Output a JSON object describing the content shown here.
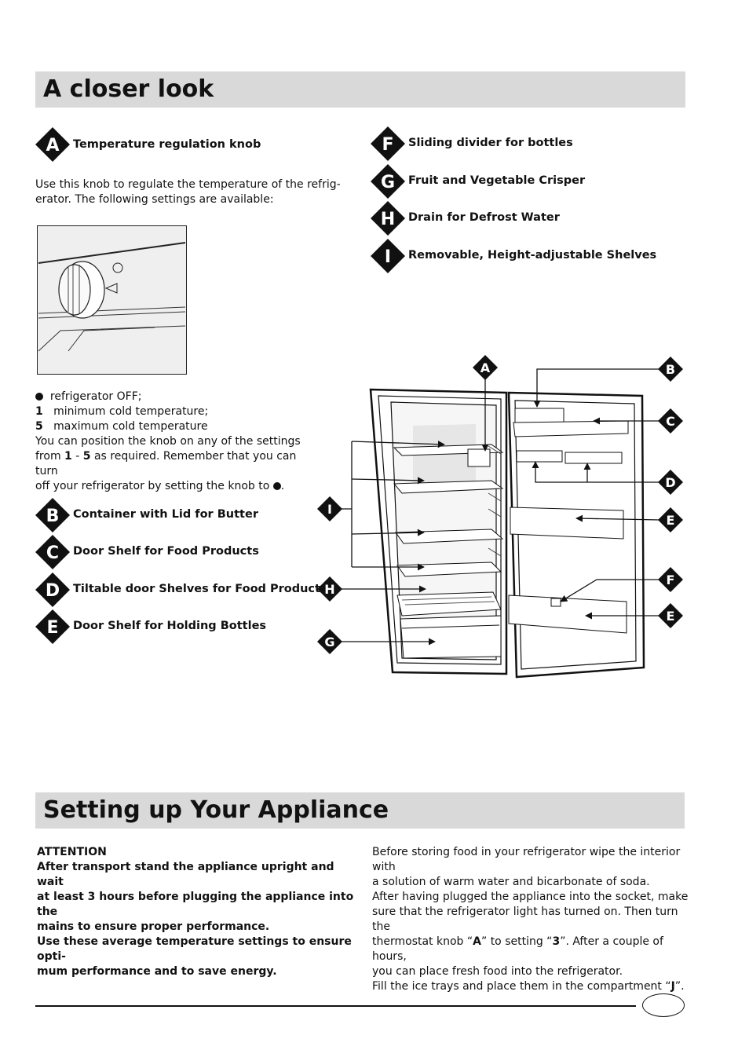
{
  "section1": {
    "title": "A closer look"
  },
  "section2": {
    "title": "Setting up Your Appliance"
  },
  "parts": {
    "A": {
      "letter": "A",
      "label": "Temperature regulation knob"
    },
    "B": {
      "letter": "B",
      "label": "Container with Lid for Butter"
    },
    "C": {
      "letter": "C",
      "label": "Door Shelf for Food Products"
    },
    "D": {
      "letter": "D",
      "label": "Tiltable door Shelves for Food Products"
    },
    "E": {
      "letter": "E",
      "label": "Door Shelf for Holding Bottles"
    },
    "F": {
      "letter": "F",
      "label": "Sliding divider for bottles"
    },
    "G": {
      "letter": "G",
      "label": "Fruit and Vegetable Crisper"
    },
    "H": {
      "letter": "H",
      "label": "Drain for Defrost Water"
    },
    "I": {
      "letter": "I",
      "label": "Removable, Height-adjustable Shelves"
    }
  },
  "knob_intro": {
    "line1": "Use this knob to regulate the temperature of the refrig-",
    "line2": "erator. The following settings are available:"
  },
  "settings": {
    "off_text": "refrigerator OFF;",
    "s1_num": "1",
    "s1_text": "minimum cold temperature;",
    "s5_num": "5",
    "s5_text": "maximum cold temperature",
    "pos_line1": "You can position the knob on any of the settings",
    "pos_from": "from",
    "pos_1": "1",
    "pos_dash": "-",
    "pos_5": "5",
    "pos_rest": "as required. Remember that you can turn",
    "pos_line3": "off your refrigerator by setting the knob to",
    "pos_end": "."
  },
  "attention": {
    "heading": "ATTENTION",
    "l1": "After transport stand the appliance upright and wait",
    "l2": "at least 3 hours before plugging the appliance into the",
    "l3": "mains to ensure proper performance.",
    "l4": "Use these average temperature settings to ensure opti-",
    "l5": "mum performance and to save energy."
  },
  "setup": {
    "l1": "Before storing food in your refrigerator wipe the interior with",
    "l2": "a solution of warm water and bicarbonate of soda.",
    "l3": "After having plugged the appliance into the socket, make",
    "l4": "sure that the refrigerator light has turned on. Then turn the",
    "l5a": "thermostat knob “",
    "l5_A": "A",
    "l5b": "” to setting “",
    "l5_3": "3",
    "l5c": "”. After a couple of hours,",
    "l6": "you can place fresh food into the refrigerator.",
    "l7a": "Fill the ice trays and place them in the compartment “",
    "l7_J": "J",
    "l7b": "”."
  },
  "diagram": {
    "A": "A",
    "B": "B",
    "C": "C",
    "D": "D",
    "E1": "E",
    "E2": "E",
    "F": "F",
    "G": "G",
    "H": "H",
    "I": "I"
  }
}
